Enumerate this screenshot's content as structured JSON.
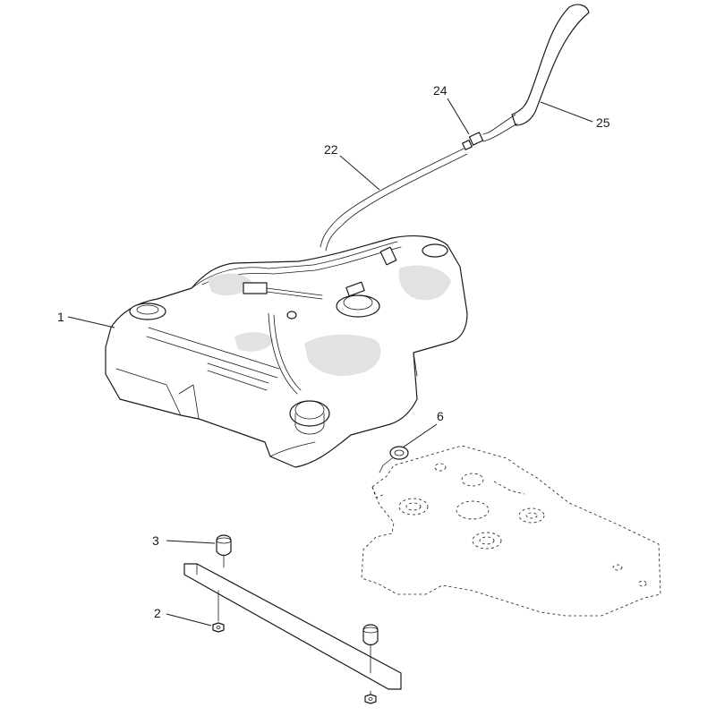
{
  "callouts": {
    "c1": "1",
    "c2": "2",
    "c3": "3",
    "c6": "6",
    "c22": "22",
    "c24": "24",
    "c25": "25"
  }
}
